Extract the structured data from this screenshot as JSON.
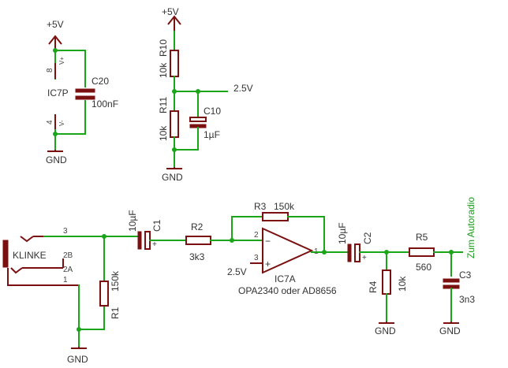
{
  "supply": {
    "ic7p": {
      "vcc": "+5V",
      "ref": "IC7P",
      "pin_top": "8",
      "pin_bottom": "4",
      "pin_vplus": "V+",
      "pin_vminus": "V-",
      "gnd": "GND"
    },
    "c20": {
      "ref": "C20",
      "value": "100nF"
    }
  },
  "divider": {
    "vcc": "+5V",
    "r10": {
      "ref": "R10",
      "value": "10k"
    },
    "r11": {
      "ref": "R11",
      "value": "10k"
    },
    "c10": {
      "ref": "C10",
      "value": "1µF"
    },
    "out_label": "2.5V",
    "gnd": "GND"
  },
  "signal": {
    "jack": {
      "ref": "KLINKE",
      "pin3": "3",
      "pin2b": "2B",
      "pin2a": "2A",
      "pin1": "1"
    },
    "c1": {
      "ref": "C1",
      "value": "10µF"
    },
    "r1": {
      "ref": "R1",
      "value": "150k"
    },
    "r2": {
      "ref": "R2",
      "value": "3k3"
    },
    "r3": {
      "ref": "R3",
      "value": "150k"
    },
    "opamp": {
      "ref": "IC7A",
      "part": "OPA2340 oder AD8656",
      "pin_in_minus": "2",
      "pin_in_plus": "3",
      "pin_out": "1",
      "minus_sign": "−",
      "plus_sign": "+",
      "vref": "2.5V"
    },
    "c2": {
      "ref": "C2",
      "value": "10µF"
    },
    "r4": {
      "ref": "R4",
      "value": "10k"
    },
    "r5": {
      "ref": "R5",
      "value": "560"
    },
    "c3": {
      "ref": "C3",
      "value": "3n3"
    },
    "output_label": "Zum Autoradio",
    "gnd": "GND"
  },
  "colors": {
    "wire": "#1aa51a",
    "part": "#7a1010",
    "text": "#333333"
  }
}
